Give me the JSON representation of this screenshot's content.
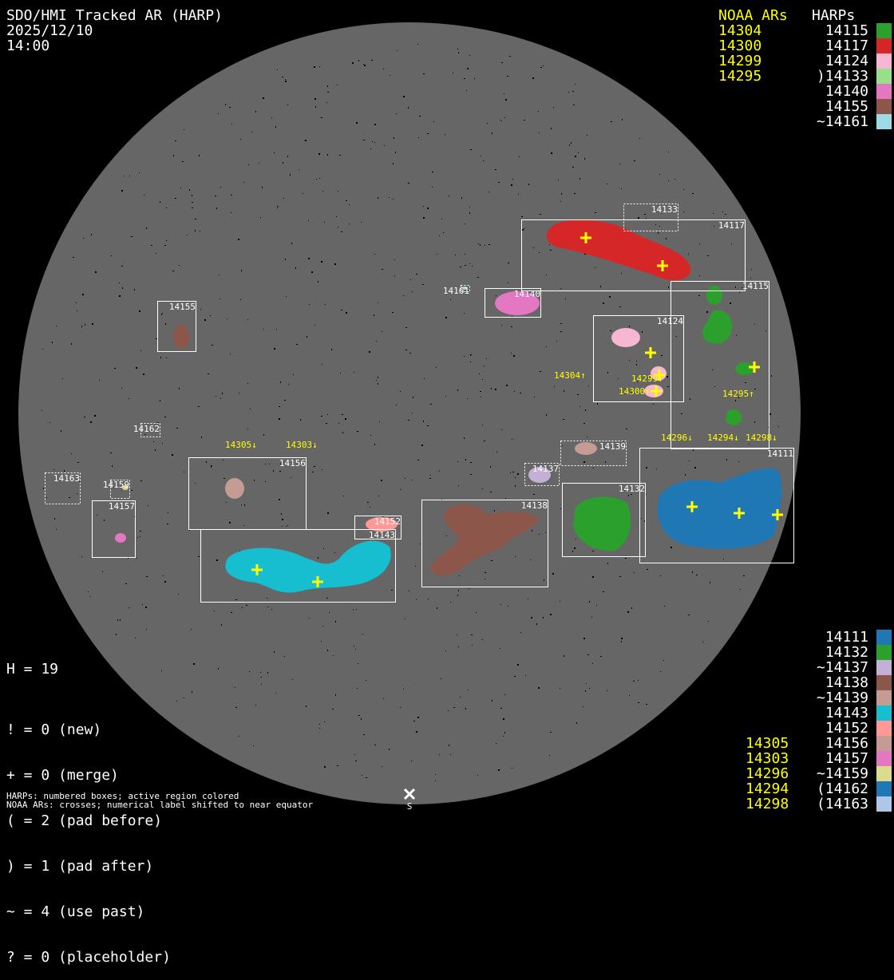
{
  "header": {
    "title": "SDO/HMI Tracked AR (HARP)",
    "date": "2025/12/10",
    "time": "14:00"
  },
  "legend_top": {
    "noaa_heading": "NOAA ARs",
    "harps_heading": "HARPs",
    "noaa": [
      "14304",
      "14300",
      "14299",
      "14295"
    ],
    "harps": [
      {
        "label": "14115",
        "color": "#2ca02c"
      },
      {
        "label": "14117",
        "color": "#d62728"
      },
      {
        "label": "14124",
        "color": "#f7b6d2"
      },
      {
        "label": ")14133",
        "color": "#98df8a"
      },
      {
        "label": "14140",
        "color": "#e377c2"
      },
      {
        "label": "14155",
        "color": "#8c564b"
      },
      {
        "label": "~14161",
        "color": "#9edae5"
      }
    ]
  },
  "legend_bottom": {
    "noaa": [
      "14305",
      "14303",
      "14296",
      "14294",
      "14298"
    ],
    "harps": [
      {
        "label": "14111",
        "color": "#1f77b4"
      },
      {
        "label": "14132",
        "color": "#2ca02c"
      },
      {
        "label": "~14137",
        "color": "#c5b0d5"
      },
      {
        "label": "14138",
        "color": "#8c564b"
      },
      {
        "label": "~14139",
        "color": "#c49c94"
      },
      {
        "label": "14143",
        "color": "#17becf"
      },
      {
        "label": "14152",
        "color": "#ff9896"
      },
      {
        "label": "14156",
        "color": "#c49c94"
      },
      {
        "label": "14157",
        "color": "#e377c2"
      },
      {
        "label": "~14159",
        "color": "#dbdb8d"
      },
      {
        "label": "(14162",
        "color": "#1f77b4"
      },
      {
        "label": "(14163",
        "color": "#aec7e8"
      }
    ]
  },
  "stats": {
    "h": "H = 19",
    "lines": [
      "! = 0 (new)",
      "+ = 0 (merge)",
      "( = 2 (pad before)",
      ") = 1 (pad after)",
      "~ = 4 (use past)",
      "? = 0 (placeholder)"
    ]
  },
  "footer": {
    "line1": "HARPs: numbered boxes; active region colored",
    "line2": "NOAA ARs: crosses; numerical label shifted to near equator",
    "south_label": "S"
  },
  "map": {
    "harp_labels": {
      "h14117": "14117",
      "h14133": "14133",
      "h14115": "14115",
      "h14140": "14140",
      "h14161": "14161",
      "h14155": "14155",
      "h14124": "14124",
      "h14162": "14162",
      "h14139": "14139",
      "h14137": "14137",
      "h14111": "14111",
      "h14132": "14132",
      "h14138": "14138",
      "h14156": "14156",
      "h14163": "14163",
      "h14159": "14159",
      "h14157": "14157",
      "h14152": "14152",
      "h14143": "14143"
    },
    "noaa_labels": {
      "n14304": "14304↑",
      "n14299": "14299↑",
      "n14300": "14300↑",
      "n14295": "14295↑",
      "n14296": "14296↓",
      "n14294": "14294↓",
      "n14298": "14298↓",
      "n14305": "14305↓",
      "n14303": "14303↓"
    },
    "colors": {
      "disk": "#666666",
      "box": "#ffffff",
      "cross": "#ffff00"
    }
  }
}
